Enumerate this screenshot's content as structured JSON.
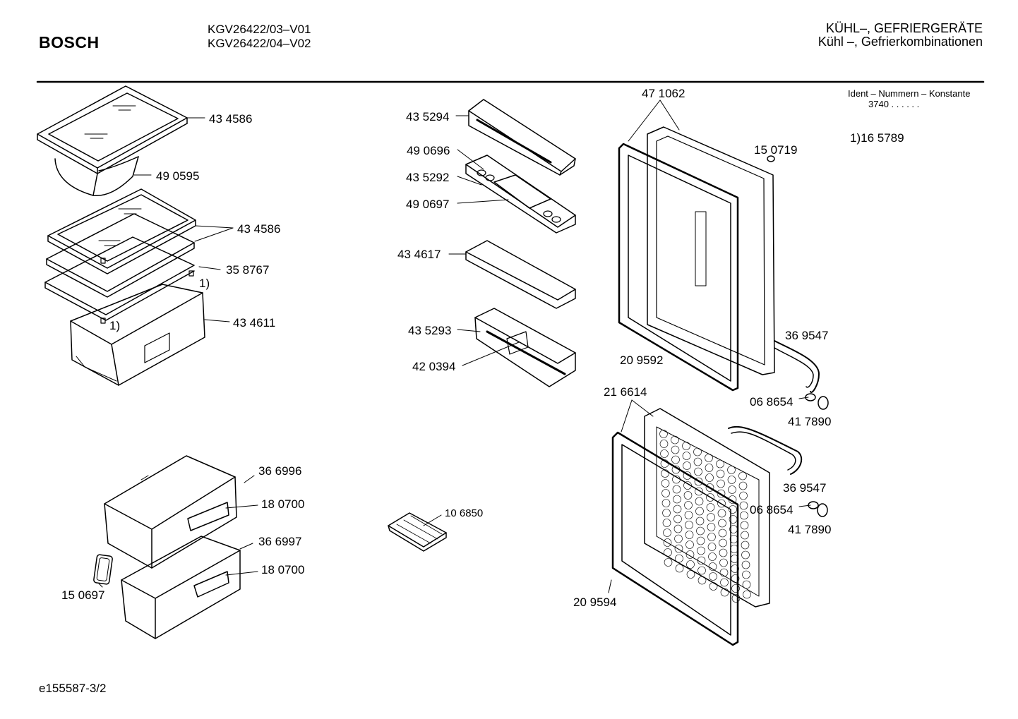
{
  "header": {
    "brand": "BOSCH",
    "models": [
      "KGV26422/03–V01",
      "KGV26422/04–V02"
    ],
    "category_line1": "KÜHL–, GEFRIERGERÄTE",
    "category_line2": "Kühl –, Gefrierkombinationen"
  },
  "ident": {
    "title": "Ident – Nummern – Konstante",
    "value": "3740  .  .    .  .  .  .",
    "note": "1)16 5789"
  },
  "parts": [
    "43 4586",
    "49 0595",
    "43 4586",
    "35 8767",
    "1)",
    "43 4611",
    "1)",
    "43 5294",
    "49 0696",
    "43 5292",
    "49 0697",
    "43 4617",
    "43 5293",
    "42 0394",
    "47 1062",
    "15 0719",
    "36 9547",
    "20 9592",
    "21 6614",
    "06 8654",
    "41 7890",
    "36 9547",
    "06 8654",
    "41 7890",
    "20 9594",
    "36 6996",
    "18 0700",
    "36 6997",
    "18 0700",
    "15 0697",
    "10 6850"
  ],
  "footer": {
    "drawing_id": "e155587-3/2"
  }
}
